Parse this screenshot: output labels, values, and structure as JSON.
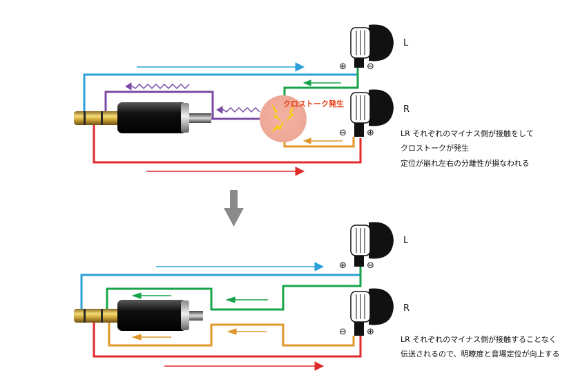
{
  "top": {
    "label_l": "L",
    "label_r": "R",
    "crosstalk_label": "クロストーク発生",
    "caption": [
      "LR それぞれのマイナス側が接触をして",
      "クロストークが発生",
      "定位が崩れ左右の分離性が損なわれる"
    ]
  },
  "bottom": {
    "label_l": "L",
    "label_r": "R",
    "caption": [
      "LR それぞれのマイナス側が接触することなく",
      "伝送されるので、明瞭度と音場定位が向上する"
    ]
  },
  "symbols": {
    "plus": "⊕",
    "minus": "⊖"
  },
  "colors": {
    "left_signal": "#2a9fd8",
    "right_signal": "#e02a2a",
    "left_ground": "#16a34a",
    "right_ground": "#e0962a",
    "crosstalk": "#7b4aa6",
    "crosstalk_text": "#e8380d",
    "arrow_down": "#8a8a8a"
  }
}
